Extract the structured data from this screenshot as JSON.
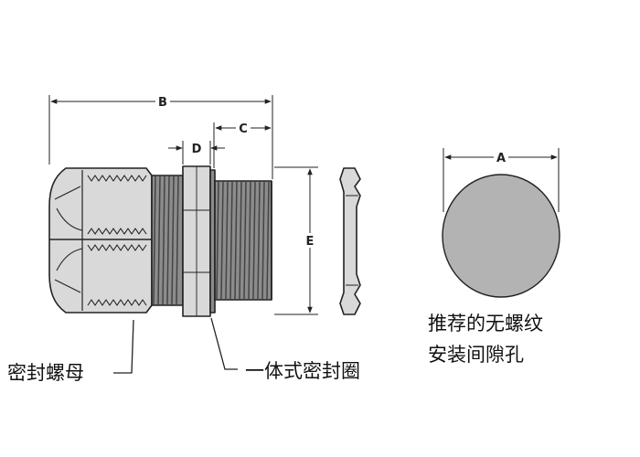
{
  "dimension_labels": {
    "a": "A",
    "b": "B",
    "c": "C",
    "d": "D",
    "e": "E"
  },
  "captions": {
    "sealing_nut": "密封螺母",
    "integrated_seal": "一体式密封圈",
    "recommended_hole_line1": "推荐的无螺纹",
    "recommended_hole_line2": "安装间隙孔"
  },
  "colors": {
    "line": "#222222",
    "part_fill": "#d9d9d9",
    "thread_fill": "#8c8c8c",
    "hole_fill": "#b3b3b3"
  }
}
